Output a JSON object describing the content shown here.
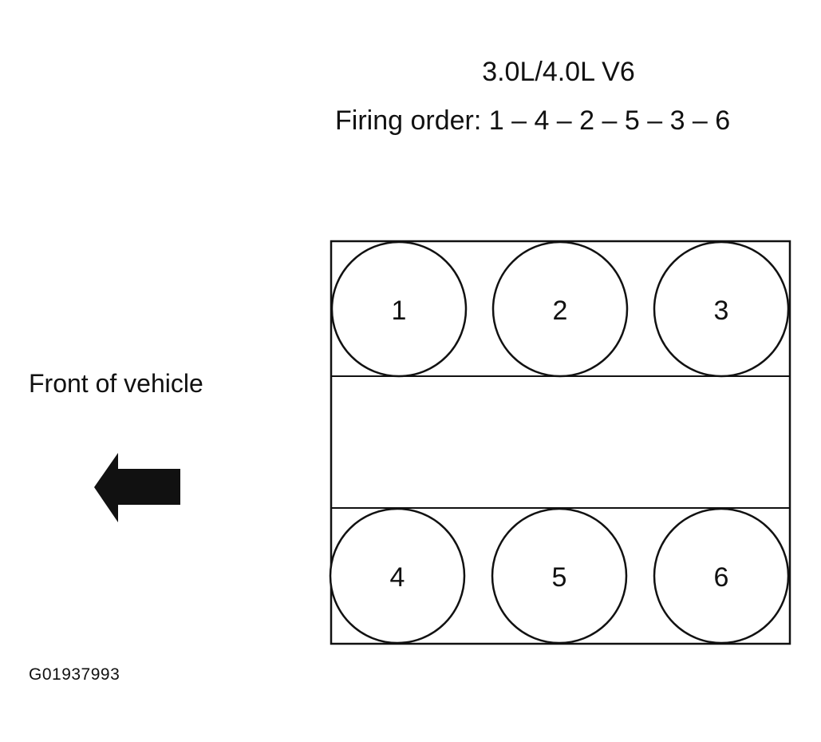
{
  "engine_title": "3.0L/4.0L V6",
  "firing_order": "Firing order:  1 – 4 – 2 – 5 – 3 – 6",
  "front_label": "Front of vehicle",
  "figure_id": "G01937993",
  "cylinders": {
    "bank_top": [
      "1",
      "2",
      "3"
    ],
    "bank_bottom": [
      "4",
      "5",
      "6"
    ]
  },
  "icons": {
    "front_arrow": "left-arrow-icon"
  }
}
